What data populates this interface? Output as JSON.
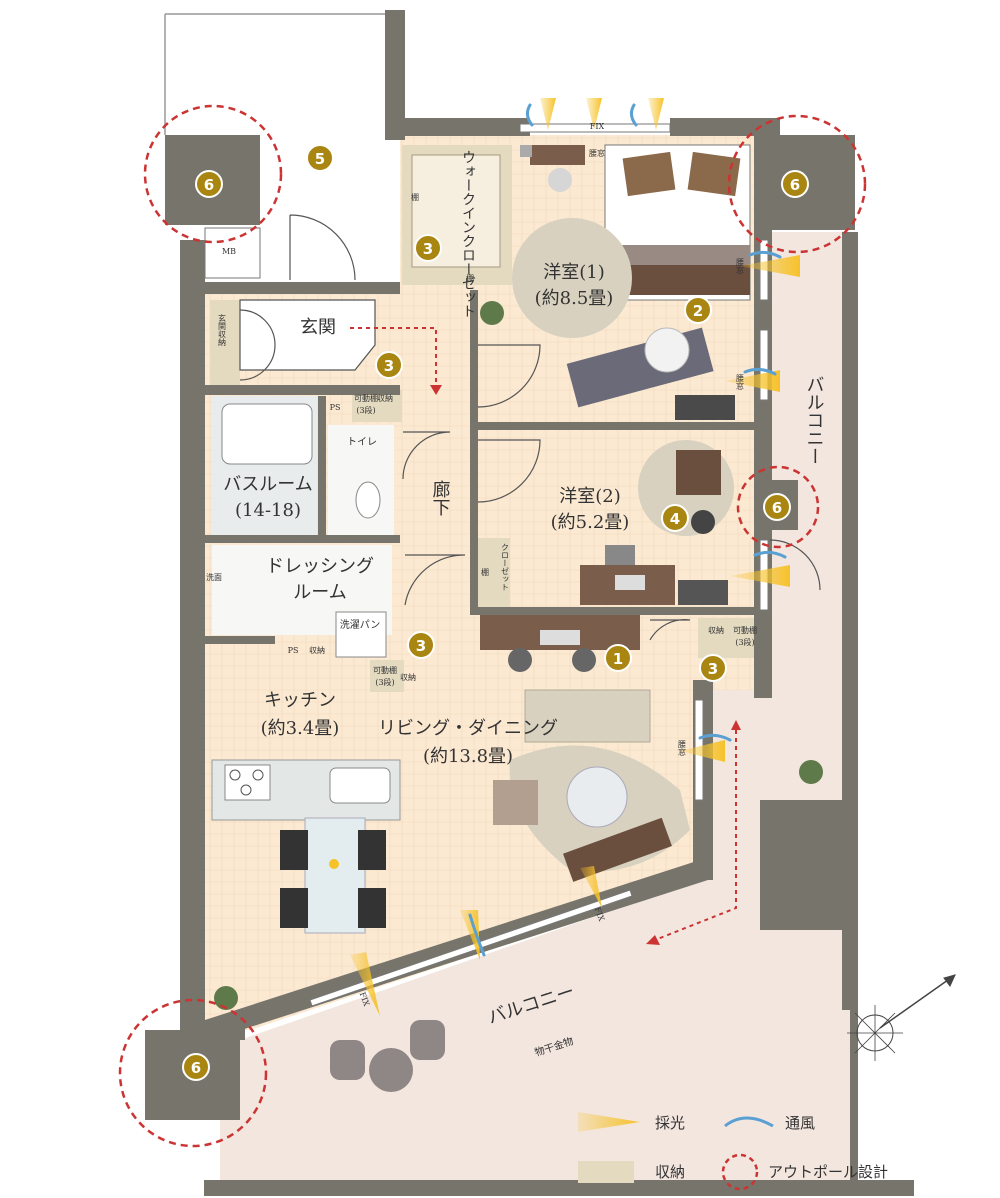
{
  "rooms": {
    "walk_in_closet": "ウォークインクローゼット",
    "western1_name": "洋室(1)",
    "western1_size": "(約8.5畳)",
    "western2_name": "洋室(2)",
    "western2_size": "(約5.2畳)",
    "entrance": "玄関",
    "entrance_storage": "玄関収納",
    "bathroom": "バスルーム",
    "bathroom_size": "(14-18)",
    "toilet": "トイレ",
    "dressing1": "ドレッシング",
    "dressing2": "ルーム",
    "corridor": "廊下",
    "kitchen": "キッチン",
    "kitchen_size": "(約3.4畳)",
    "living": "リビング・ダイニング",
    "living_size": "(約13.8畳)",
    "balcony_east": "バルコニー",
    "balcony_south": "バルコニー",
    "closet2": "クローゼット",
    "mb": "MB",
    "ps": "PS",
    "washer_pan": "洗濯パン",
    "shelf": "棚",
    "storage": "収納",
    "adjustable_shelf": "可動棚",
    "three_tier": "(3段)",
    "washstand": "洗面",
    "fix": "FIX",
    "waist_window": "腰窓",
    "drying_rack": "物干金物"
  },
  "badges": {
    "b1": "1",
    "b2": "2",
    "b3": "3",
    "b4": "4",
    "b5": "5",
    "b6": "6"
  },
  "legend": {
    "lighting": "採光",
    "ventilation": "通風",
    "storage": "収納",
    "outpole": "アウトポール設計"
  },
  "colors": {
    "wall": "#77756b",
    "floor": "#fbe9d2",
    "balcony": "#f3e6df",
    "storage": "#e3dac0",
    "badge": "#a98512",
    "dash": "#cc3333",
    "light": "#f6c22a",
    "wind": "#5aa0d2"
  }
}
